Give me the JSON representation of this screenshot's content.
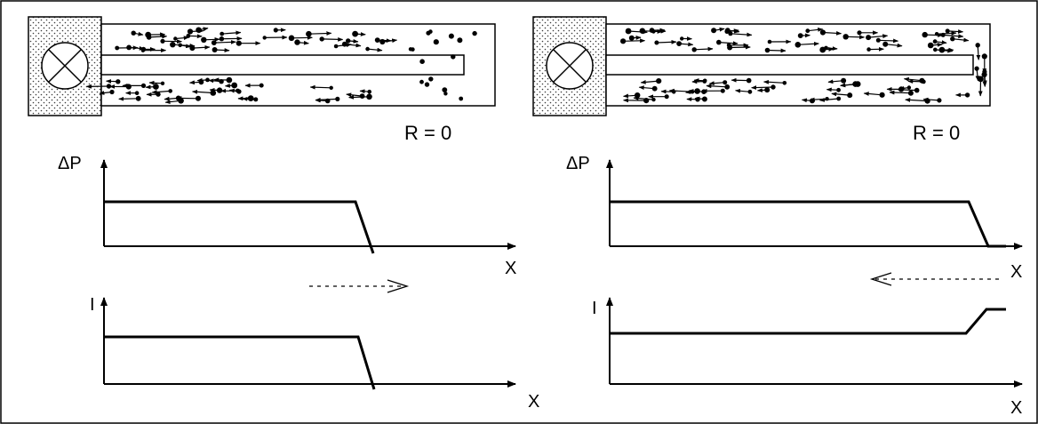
{
  "colors": {
    "ink": "#000000",
    "background": "#ffffff",
    "stipple": "#3a3a3a"
  },
  "left_panel": {
    "resistance_label": "R = 0",
    "pressure_axis_label": "ΔP",
    "current_axis_label": "I",
    "x_axis_label_top": "X",
    "x_axis_label_bottom": "X",
    "wave_direction": "right"
  },
  "right_panel": {
    "resistance_label": "R = 0",
    "pressure_axis_label": "ΔP",
    "current_axis_label": "I",
    "x_axis_label_top": "X",
    "x_axis_label_bottom": "X",
    "wave_direction": "left"
  }
}
